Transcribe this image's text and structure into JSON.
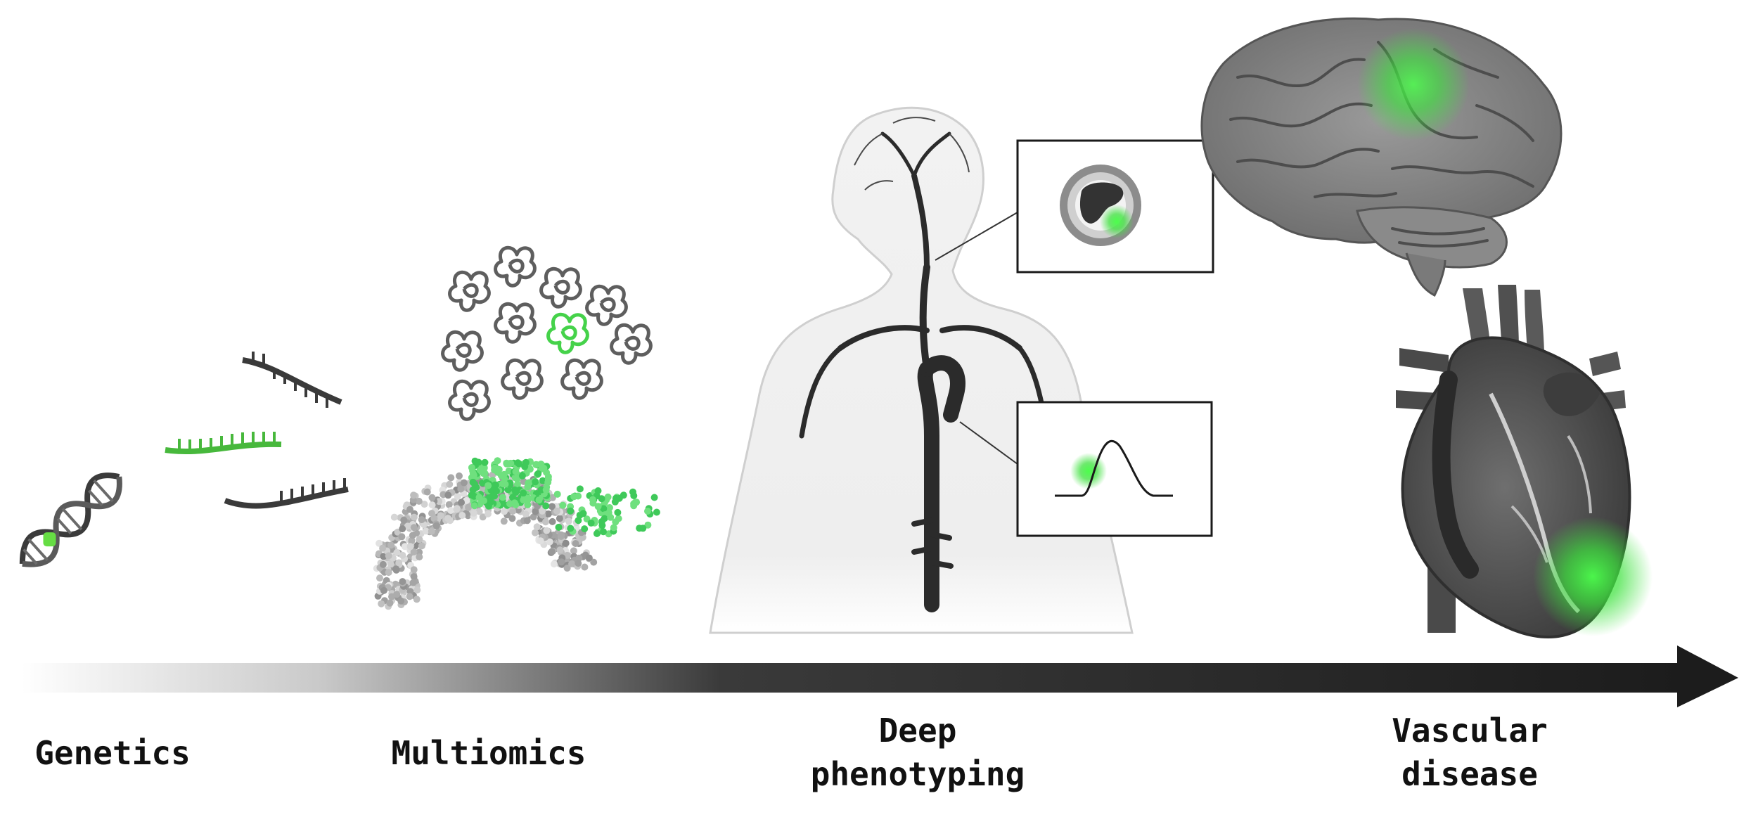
{
  "stages": [
    {
      "id": "genetics",
      "lines": [
        "Genetics"
      ]
    },
    {
      "id": "multiomics",
      "lines": [
        "Multiomics"
      ]
    },
    {
      "id": "phenotyping",
      "lines": [
        "Deep",
        "phenotyping"
      ]
    },
    {
      "id": "disease",
      "lines": [
        "Vascular",
        "disease"
      ]
    }
  ],
  "colors": {
    "accent_green": "#3dc83d",
    "dark": "#2b2b2b",
    "mid_gray": "#8a8a8a",
    "light_gray": "#e6e6e6"
  },
  "icons": [
    "dna-icon",
    "rna-strand-icon",
    "protein-icon",
    "cell-cluster-icon",
    "human-body-icon",
    "artery-crosssection-icon",
    "pulse-wave-icon",
    "brain-icon",
    "heart-icon",
    "timeline-arrow"
  ]
}
